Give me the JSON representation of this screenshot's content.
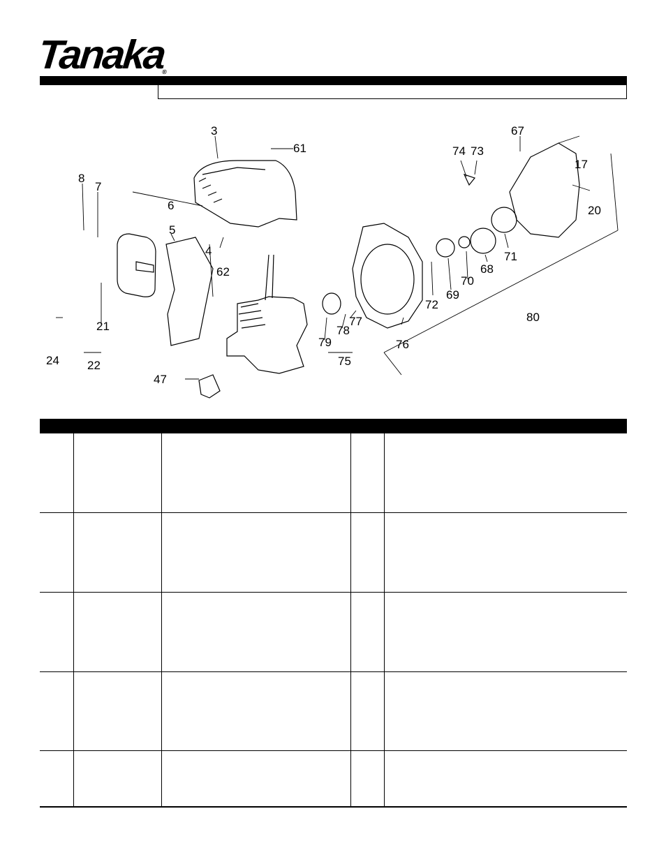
{
  "brand": {
    "logo_text": "Tanaka",
    "reg_mark": "®"
  },
  "diagram": {
    "labels": [
      "3",
      "61",
      "8",
      "7",
      "6",
      "5",
      "4",
      "62",
      "21",
      "24",
      "22",
      "47",
      "79",
      "78",
      "77",
      "75",
      "76",
      "72",
      "69",
      "70",
      "68",
      "71",
      "74",
      "73",
      "67",
      "17",
      "20",
      "80"
    ]
  },
  "table": {
    "rows": 5,
    "columns": 5
  }
}
